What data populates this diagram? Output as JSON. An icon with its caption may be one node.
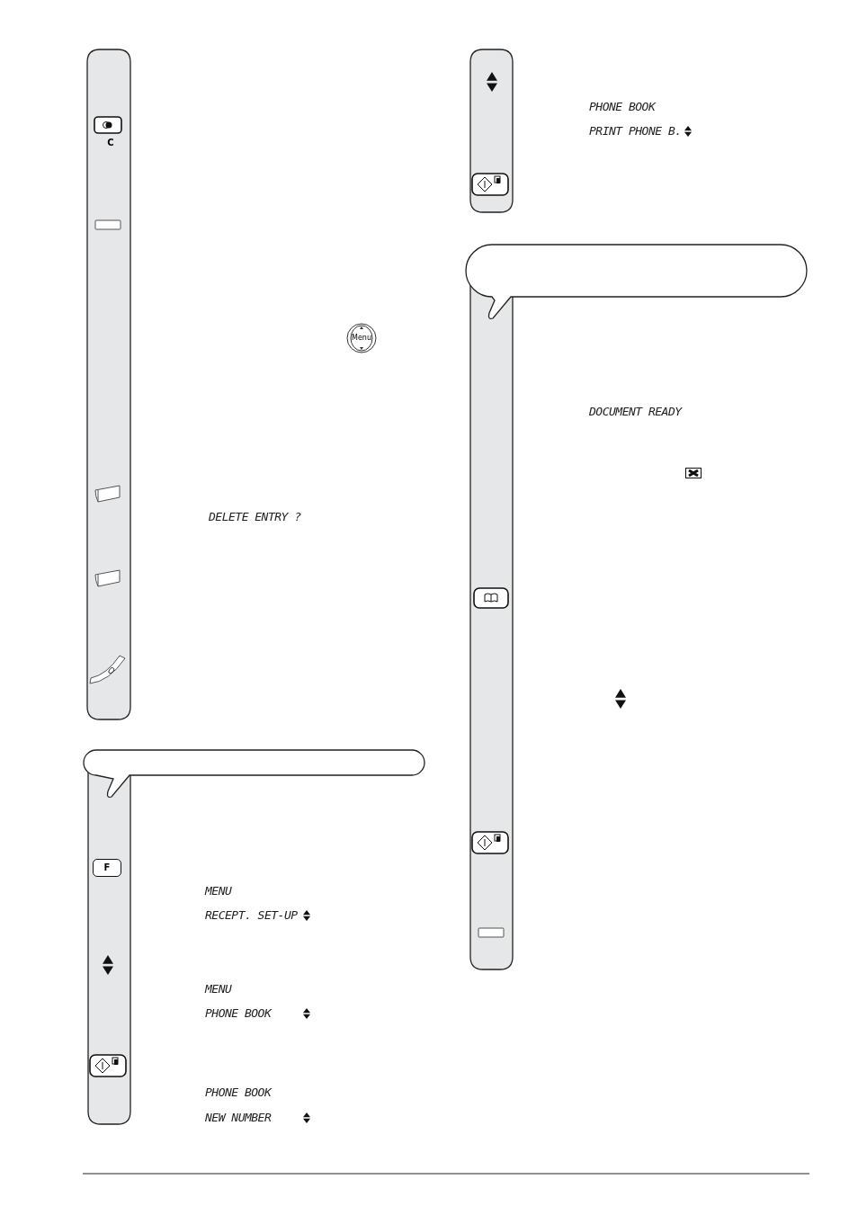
{
  "diagram": {
    "nodes": [
      {
        "text": [],
        "shape": "callout"
      },
      {
        "text": [],
        "shape": "callout"
      }
    ],
    "labels": [
      "C",
      "Menu",
      "F",
      "DELETE ENTRY ?",
      "MENU",
      "RECEPT. SET-UP",
      "MENU",
      "PHONE BOOK",
      "PHONE BOOK",
      "NEW NUMBER",
      "PHONE BOOK",
      "PRINT PHONE B.",
      "DOCUMENT READY"
    ]
  }
}
